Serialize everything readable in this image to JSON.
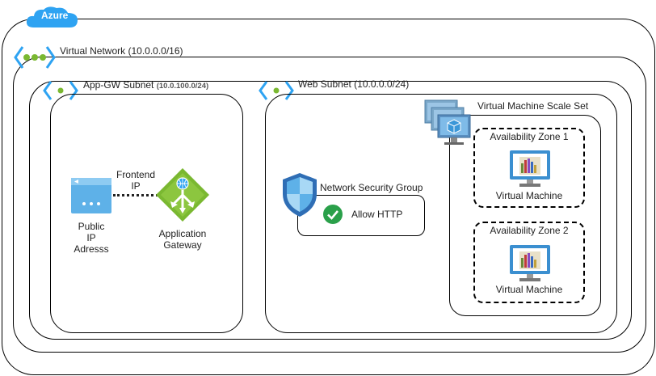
{
  "azure_label": "Azure",
  "vnet": {
    "label": "Virtual Network",
    "cidr": "(10.0.0.0/16)"
  },
  "appgw_subnet": {
    "label": "App-GW Subnet",
    "cidr": "(10.0.100.0/24)"
  },
  "web_subnet": {
    "label": "Web Subnet",
    "cidr": "(10.0.0.0/24)"
  },
  "public_ip": {
    "label": "Public\nIP\nAdresss"
  },
  "frontend": {
    "label": "Frontend\nIP"
  },
  "app_gateway": {
    "label": "Application\nGateway"
  },
  "nsg": {
    "label": "Network Security Group",
    "rule": "Allow HTTP"
  },
  "vmss": {
    "label": "Virtual Machine Scale Set"
  },
  "zones": [
    {
      "label": "Availability Zone 1",
      "vm_label": "Virtual Machine"
    },
    {
      "label": "Availability Zone 2",
      "vm_label": "Virtual Machine"
    }
  ],
  "colors": {
    "azure_blue": "#2ea3f2",
    "gateway_green": "#7ab831",
    "check_green": "#2aa04a",
    "vnet_green": "#7ab831",
    "nsg_blue": "#2f6eb5"
  }
}
